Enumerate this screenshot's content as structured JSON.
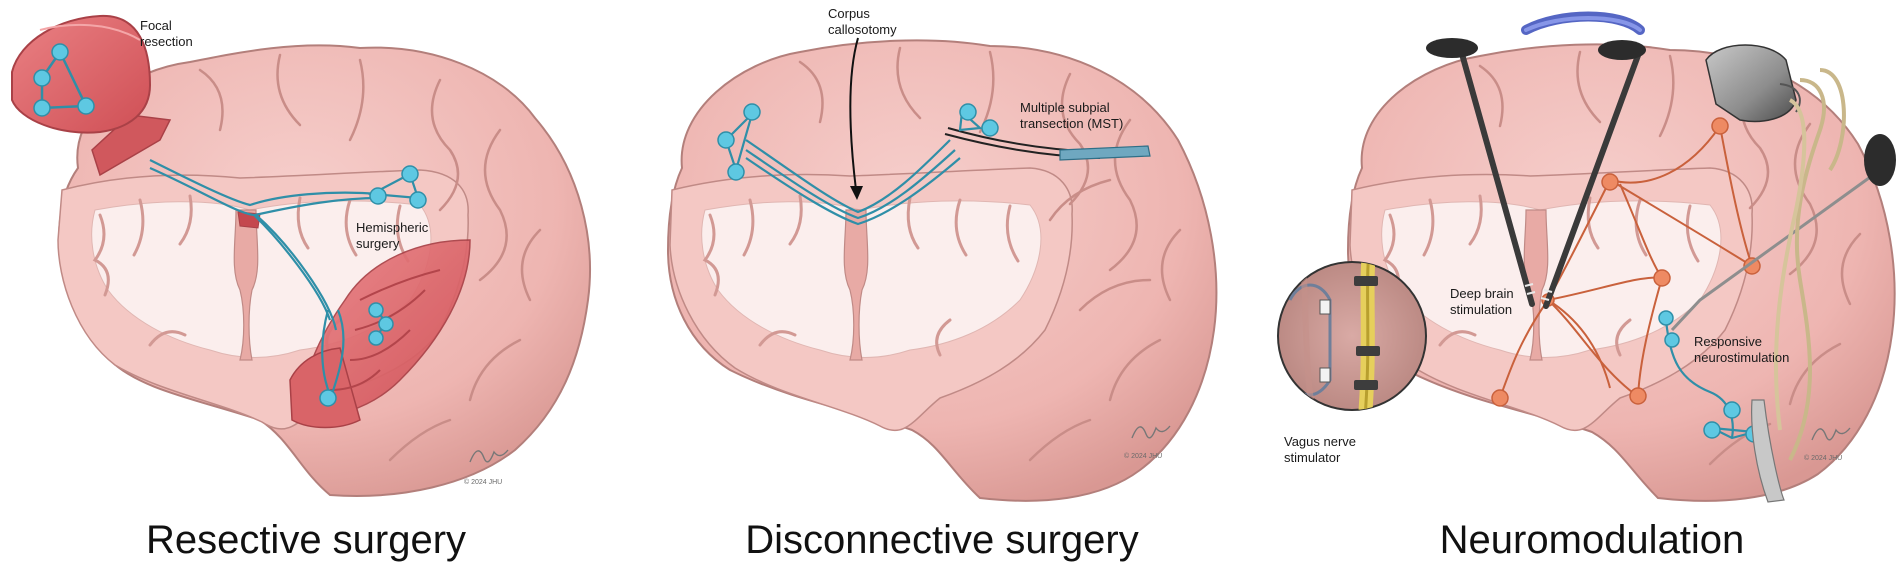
{
  "colors": {
    "brain_fill": "#f1c0bd",
    "brain_shade": "#e4a3a0",
    "brain_outline": "#b37f7b",
    "white_matter": "#fbeeed",
    "resection_red": "#e2676b",
    "resection_dark": "#c24a4f",
    "network_blue": "#5ec8e2",
    "network_stroke": "#2f8fa8",
    "network_orange": "#ee8a63",
    "network_orange_stroke": "#c9613c",
    "electrode_dark": "#2c2c2c",
    "wire_yellow": "#e6cf5c",
    "device_grey": "#8e8e8e"
  },
  "panels": [
    {
      "id": "resective",
      "caption": "Resective surgery",
      "labels": [
        "Focal resection",
        "Hemispheric surgery"
      ],
      "signature": "© 2024 JHU"
    },
    {
      "id": "disconnective",
      "caption": "Disconnective surgery",
      "labels": [
        "Corpus callosotomy",
        "Multiple subpial transection (MST)"
      ],
      "signature": "© 2024 JHU"
    },
    {
      "id": "neuromodulation",
      "caption": "Neuromodulation",
      "labels": [
        "Deep brain stimulation",
        "Responsive neurostimulation",
        "Vagus nerve stimulator"
      ],
      "signature": "© 2024 JHU"
    }
  ]
}
